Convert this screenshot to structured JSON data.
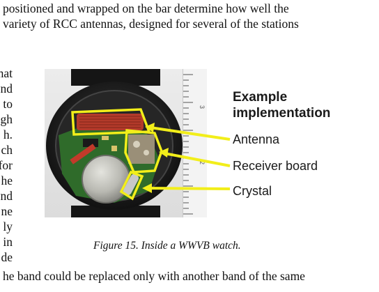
{
  "document": {
    "top_lines": [
      "positioned and wrapped on the bar determine how well the",
      "variety of RCC antennas, designed for several of the stations"
    ],
    "left_fragments": [
      "nat",
      "nd",
      "to",
      "gh",
      "h.",
      "ch",
      "for",
      "he",
      "nd",
      "ne",
      "ly",
      "in",
      "de"
    ],
    "bottom_lines": [
      "he band could be replaced only with another band of the same"
    ]
  },
  "figure": {
    "heading_line1": "Example",
    "heading_line2": "implementation",
    "callouts": [
      "Antenna",
      "Receiver board",
      "Crystal"
    ],
    "ruler_ticks": [
      "3",
      "2"
    ],
    "caption": "Figure 15.  Inside a WWVB watch.",
    "colors": {
      "highlight": "#f2ee1a",
      "coil": "#b33a2a",
      "board": "#2f6b2a",
      "battery": "#b9b9b2",
      "watch_case": "#1c1c1c"
    }
  }
}
